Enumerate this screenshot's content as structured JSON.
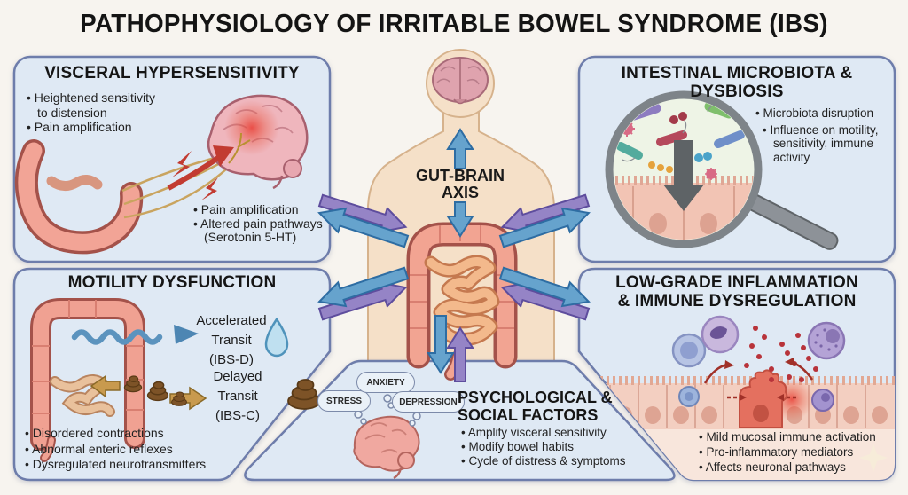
{
  "title": "PATHOPHYSIOLOGY OF IRRITABLE BOWEL SYNDROME (IBS)",
  "center": {
    "gut_brain_axis": "GUT-BRAIN\nAXIS"
  },
  "panels": {
    "visceral": {
      "title": "VISCERAL HYPERSENSITIVITY",
      "bullets_top": [
        "Heightened sensitivity\nto distension",
        "Pain amplification"
      ],
      "bullets_bottom": [
        "Pain amplification",
        "Altered pain pathways\n(Serotonin 5-HT)"
      ]
    },
    "microbiota": {
      "title": "INTESTINAL MICROBIOTA & DYSBIOSIS",
      "bullets": [
        "Microbiota disruption",
        "Influence on motility,\nsensitivity, immune\nactivity"
      ]
    },
    "motility": {
      "title": "MOTILITY DYSFUNCTION",
      "accelerated_label": "Accelerated\nTransit\n(IBS-D)",
      "delayed_label": "Delayed\nTransit\n(IBS-C)",
      "bullets": [
        "Disordered contractions",
        "Abnormal enteric reflexes",
        "Dysregulated neurotransmitters"
      ]
    },
    "psychological": {
      "title": "PSYCHOLOGICAL &\nSOCIAL FACTORS",
      "thought_bubbles": [
        "STRESS",
        "ANXIETY",
        "DEPRESSION"
      ],
      "bullets": [
        "Amplify visceral sensitivity",
        "Modify bowel habits",
        "Cycle of distress & symptoms"
      ]
    },
    "inflammation": {
      "title": "LOW-GRADE INFLAMMATION\n& IMMUNE DYSREGULATION",
      "bullets": [
        "Mild mucosal immune activation",
        "Pro-inflammatory mediators",
        "Affects neuronal pathways"
      ]
    }
  },
  "colors": {
    "background": "#f7f4ef",
    "panel_fill": "#dfe9f4",
    "panel_border": "#6e7dab",
    "arrow_blue": "#66a3cd",
    "arrow_purple": "#9584c6",
    "skin": "#f5e0c8",
    "intestine_pink": "#f2a492",
    "red_accent": "#c23b31",
    "stool_brown": "#7d5327"
  }
}
